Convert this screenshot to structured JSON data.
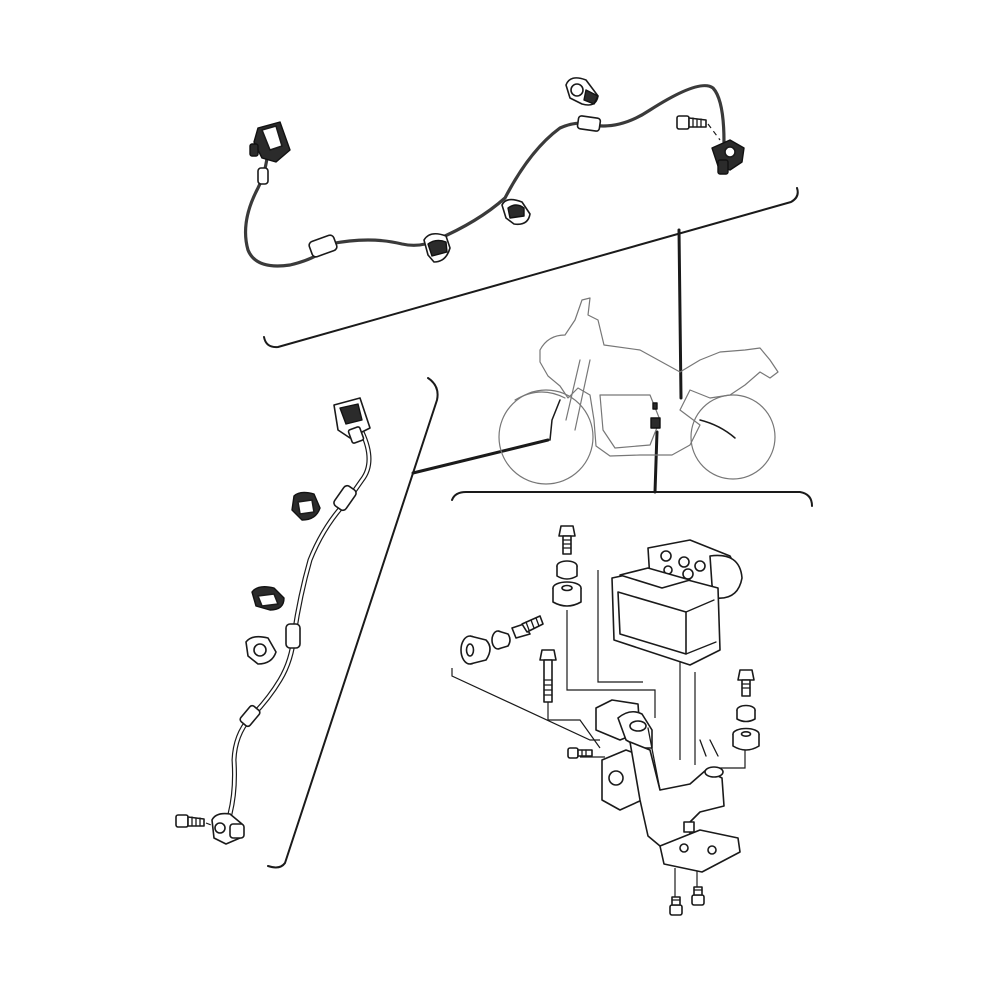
{
  "diagram": {
    "panels": [
      {
        "id": "front-wheel-speed-sensor-harness",
        "position": "top"
      },
      {
        "id": "rear-wheel-speed-sensor-harness",
        "position": "left"
      },
      {
        "id": "abs-hydraulic-unit-assembly",
        "position": "bottom-right"
      }
    ],
    "parts": [
      "wheel-speed-sensor",
      "sensor-connector",
      "cable-clamp",
      "cable-grommet",
      "mounting-bolt",
      "abs-hydraulic-unit",
      "abs-bracket",
      "rubber-damper",
      "collar",
      "motorcycle-silhouette"
    ],
    "colors": {
      "line": "#1a1a1a",
      "cable": "#3a3a3a",
      "ghost": "#777777",
      "background": "#ffffff"
    }
  }
}
